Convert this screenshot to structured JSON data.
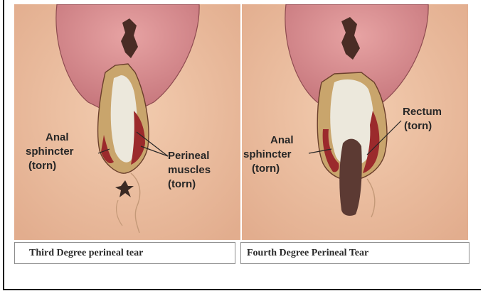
{
  "panels": [
    {
      "caption": "Third Degree perineal tear",
      "labels": {
        "anal_l1": "Anal",
        "anal_l2": "sphincter",
        "anal_l3": "(torn)",
        "perineal_l1": "Perineal",
        "perineal_l2": "muscles",
        "perineal_l3": "(torn)"
      }
    },
    {
      "caption": "Fourth Degree Perineal Tear",
      "labels": {
        "rectum_l1": "Rectum",
        "rectum_l2": "(torn)",
        "anal_l1": "Anal",
        "anal_l2": "sphincter",
        "anal_l3": "(torn)"
      }
    }
  ],
  "colors": {
    "skin": "#efc3a5",
    "labia": "#d68a8e",
    "wound": "#e8e3d2",
    "muscle": "#9b2a2c",
    "rectum": "#5c3a33"
  }
}
